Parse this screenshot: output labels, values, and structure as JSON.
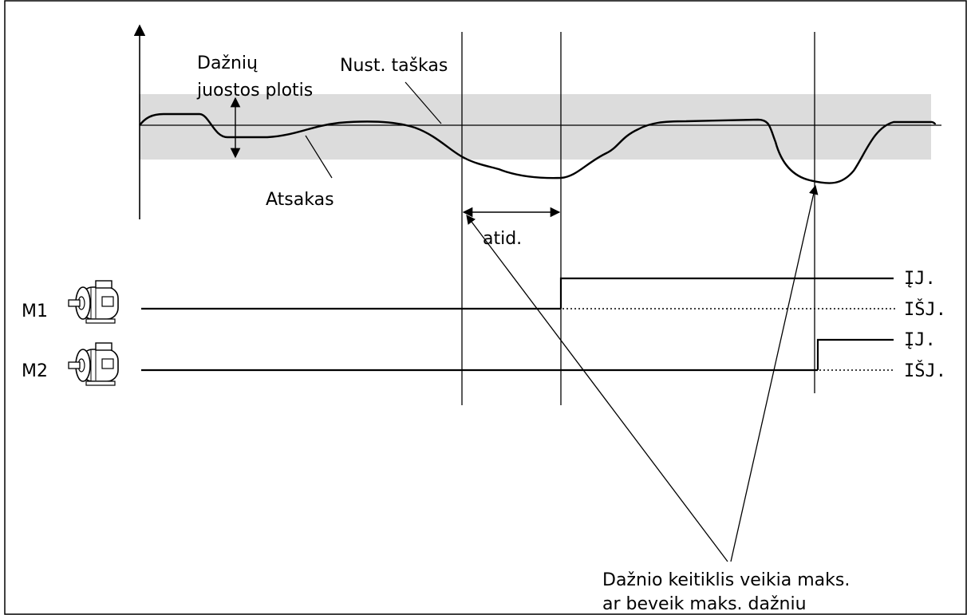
{
  "labels": {
    "bandwidth_line1": "Dažnių",
    "bandwidth_line2": "juostos plotis",
    "setpoint": "Nust. taškas",
    "feedback": "Atsakas",
    "delay": "atid.",
    "note_line1": "Dažnio keitiklis veikia maks.",
    "note_line2": "ar beveik maks. dažniu"
  },
  "motors": [
    {
      "id": "M1",
      "on_label": "ĮJ.",
      "off_label": "IŠJ."
    },
    {
      "id": "M2",
      "on_label": "ĮJ.",
      "off_label": "IŠJ."
    }
  ],
  "colors": {
    "line": "#000000",
    "band": "#dcdcdc",
    "frame": "#000000"
  },
  "icons": {
    "motor": "electric-motor-icon",
    "arrow": "arrow-icon"
  }
}
